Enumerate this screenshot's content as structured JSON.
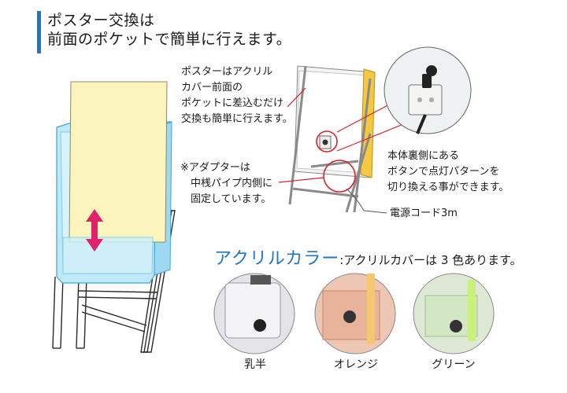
{
  "title": {
    "line1": "ポスター交換は",
    "line2": "前面のポケットで簡単に行えます。"
  },
  "notes": {
    "poster_lines": [
      "ポスターはアクリル",
      "カバー前面の",
      "ポケットに差込むだけ",
      "交換も簡単に行えます。"
    ],
    "adapter_lines": [
      "※アダプターは",
      "　中桟パイプ内側に",
      "　固定しています。"
    ],
    "switch_lines": [
      "本体裏側にある",
      "ボタンで点灯パターンを",
      "切り換える事ができます。"
    ],
    "cord": "電源コード3m"
  },
  "acrylic": {
    "heading": "アクリルカラー",
    "subtitle": ":アクリルカバーは 3 色あります。",
    "colors": [
      {
        "name": "乳半",
        "tint": "#e9e9ee"
      },
      {
        "name": "オレンジ",
        "tint": "#e6b9a5"
      },
      {
        "name": "グリーン",
        "tint": "#d9ead0"
      }
    ]
  },
  "colors": {
    "accent_blue": "#1f76c2",
    "poster_yellow": "#faf3b8",
    "acrylic_blue": "#aee2f5",
    "arrow_pink": "#e0226a",
    "callout_red": "#d9222a"
  }
}
